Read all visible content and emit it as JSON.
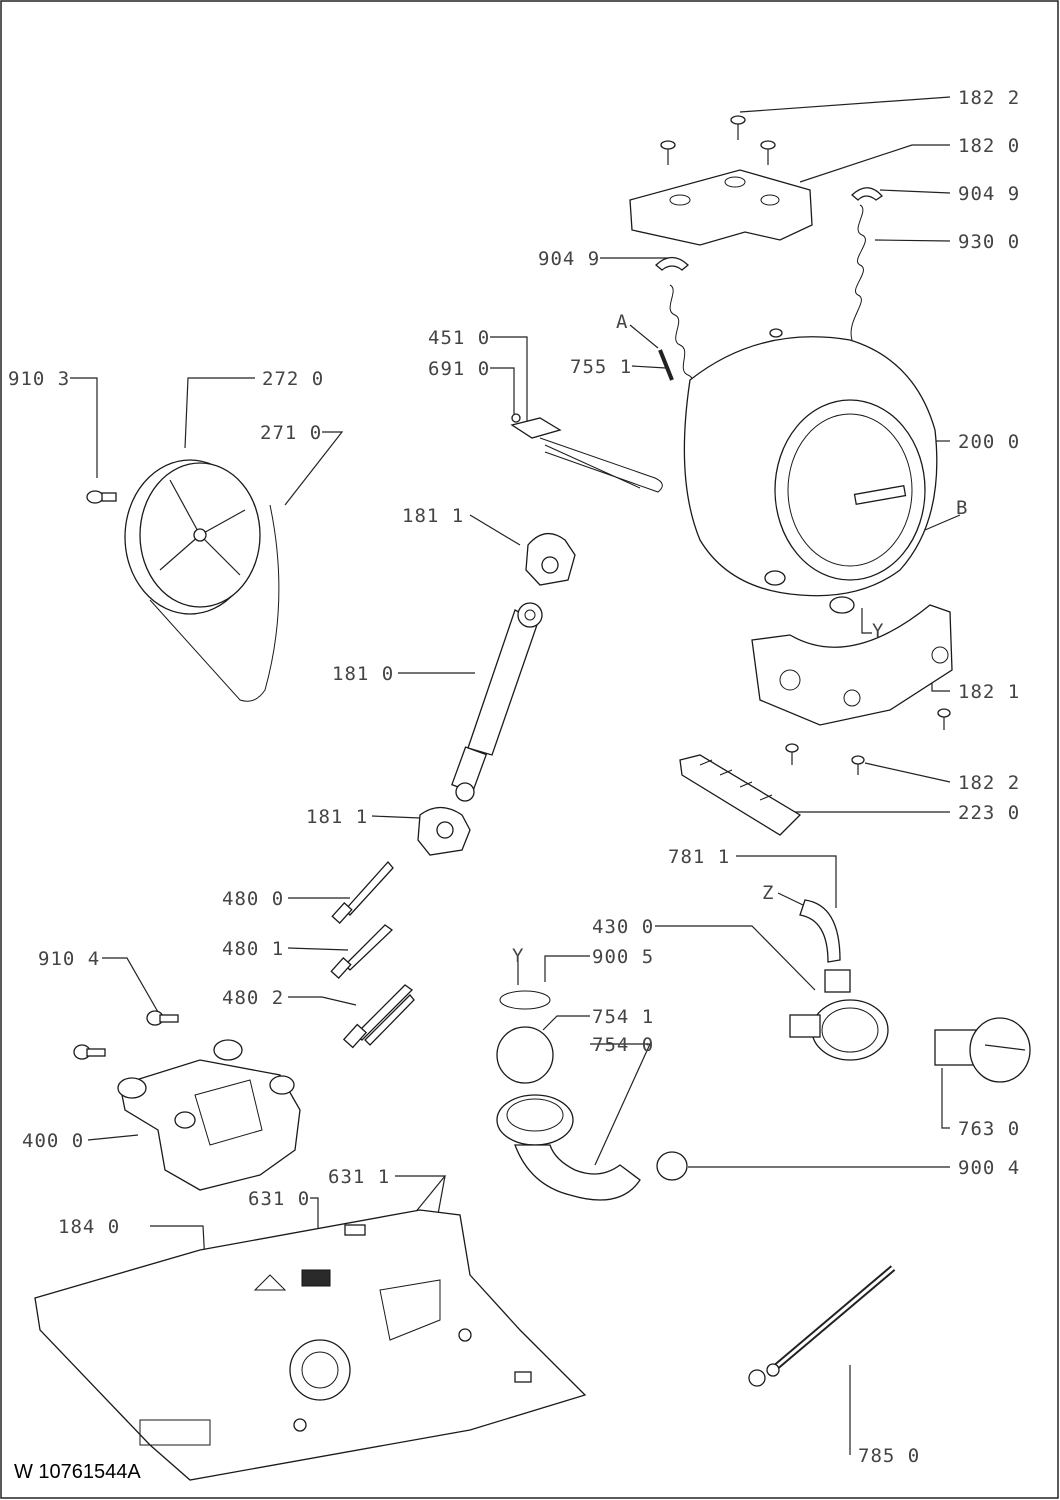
{
  "document_code": "W 10761544A",
  "callouts": [
    {
      "id": "c-182-2-top",
      "text": "182 2"
    },
    {
      "id": "c-182-0",
      "text": "182 0"
    },
    {
      "id": "c-904-9-right",
      "text": "904 9"
    },
    {
      "id": "c-930-0",
      "text": "930 0"
    },
    {
      "id": "c-904-9-left",
      "text": "904 9"
    },
    {
      "id": "c-451-0",
      "text": "451 0"
    },
    {
      "id": "c-691-0",
      "text": "691 0"
    },
    {
      "id": "c-755-1",
      "text": "755 1"
    },
    {
      "id": "c-A",
      "text": "A"
    },
    {
      "id": "c-910-3",
      "text": "910 3"
    },
    {
      "id": "c-272-0",
      "text": "272 0"
    },
    {
      "id": "c-271-0",
      "text": "271 0"
    },
    {
      "id": "c-200-0",
      "text": "200 0"
    },
    {
      "id": "c-B",
      "text": "B"
    },
    {
      "id": "c-181-1-top",
      "text": "181 1"
    },
    {
      "id": "c-Y-top",
      "text": "Y"
    },
    {
      "id": "c-181-0",
      "text": "181 0"
    },
    {
      "id": "c-182-1",
      "text": "182 1"
    },
    {
      "id": "c-182-2-mid",
      "text": "182 2"
    },
    {
      "id": "c-223-0",
      "text": "223 0"
    },
    {
      "id": "c-181-1-bot",
      "text": "181 1"
    },
    {
      "id": "c-781-1",
      "text": "781 1"
    },
    {
      "id": "c-Z",
      "text": "Z"
    },
    {
      "id": "c-480-0",
      "text": "480 0"
    },
    {
      "id": "c-430-0",
      "text": "430 0"
    },
    {
      "id": "c-910-4",
      "text": "910 4"
    },
    {
      "id": "c-480-1",
      "text": "480 1"
    },
    {
      "id": "c-Y-bot",
      "text": "Y"
    },
    {
      "id": "c-900-5",
      "text": "900 5"
    },
    {
      "id": "c-480-2",
      "text": "480 2"
    },
    {
      "id": "c-754-1",
      "text": "754 1"
    },
    {
      "id": "c-754-0",
      "text": "754 0"
    },
    {
      "id": "c-400-0",
      "text": "400 0"
    },
    {
      "id": "c-763-0",
      "text": "763 0"
    },
    {
      "id": "c-900-4",
      "text": "900 4"
    },
    {
      "id": "c-631-1",
      "text": "631 1"
    },
    {
      "id": "c-631-0",
      "text": "631 0"
    },
    {
      "id": "c-184-0",
      "text": "184 0"
    },
    {
      "id": "c-785-0",
      "text": "785 0"
    }
  ]
}
